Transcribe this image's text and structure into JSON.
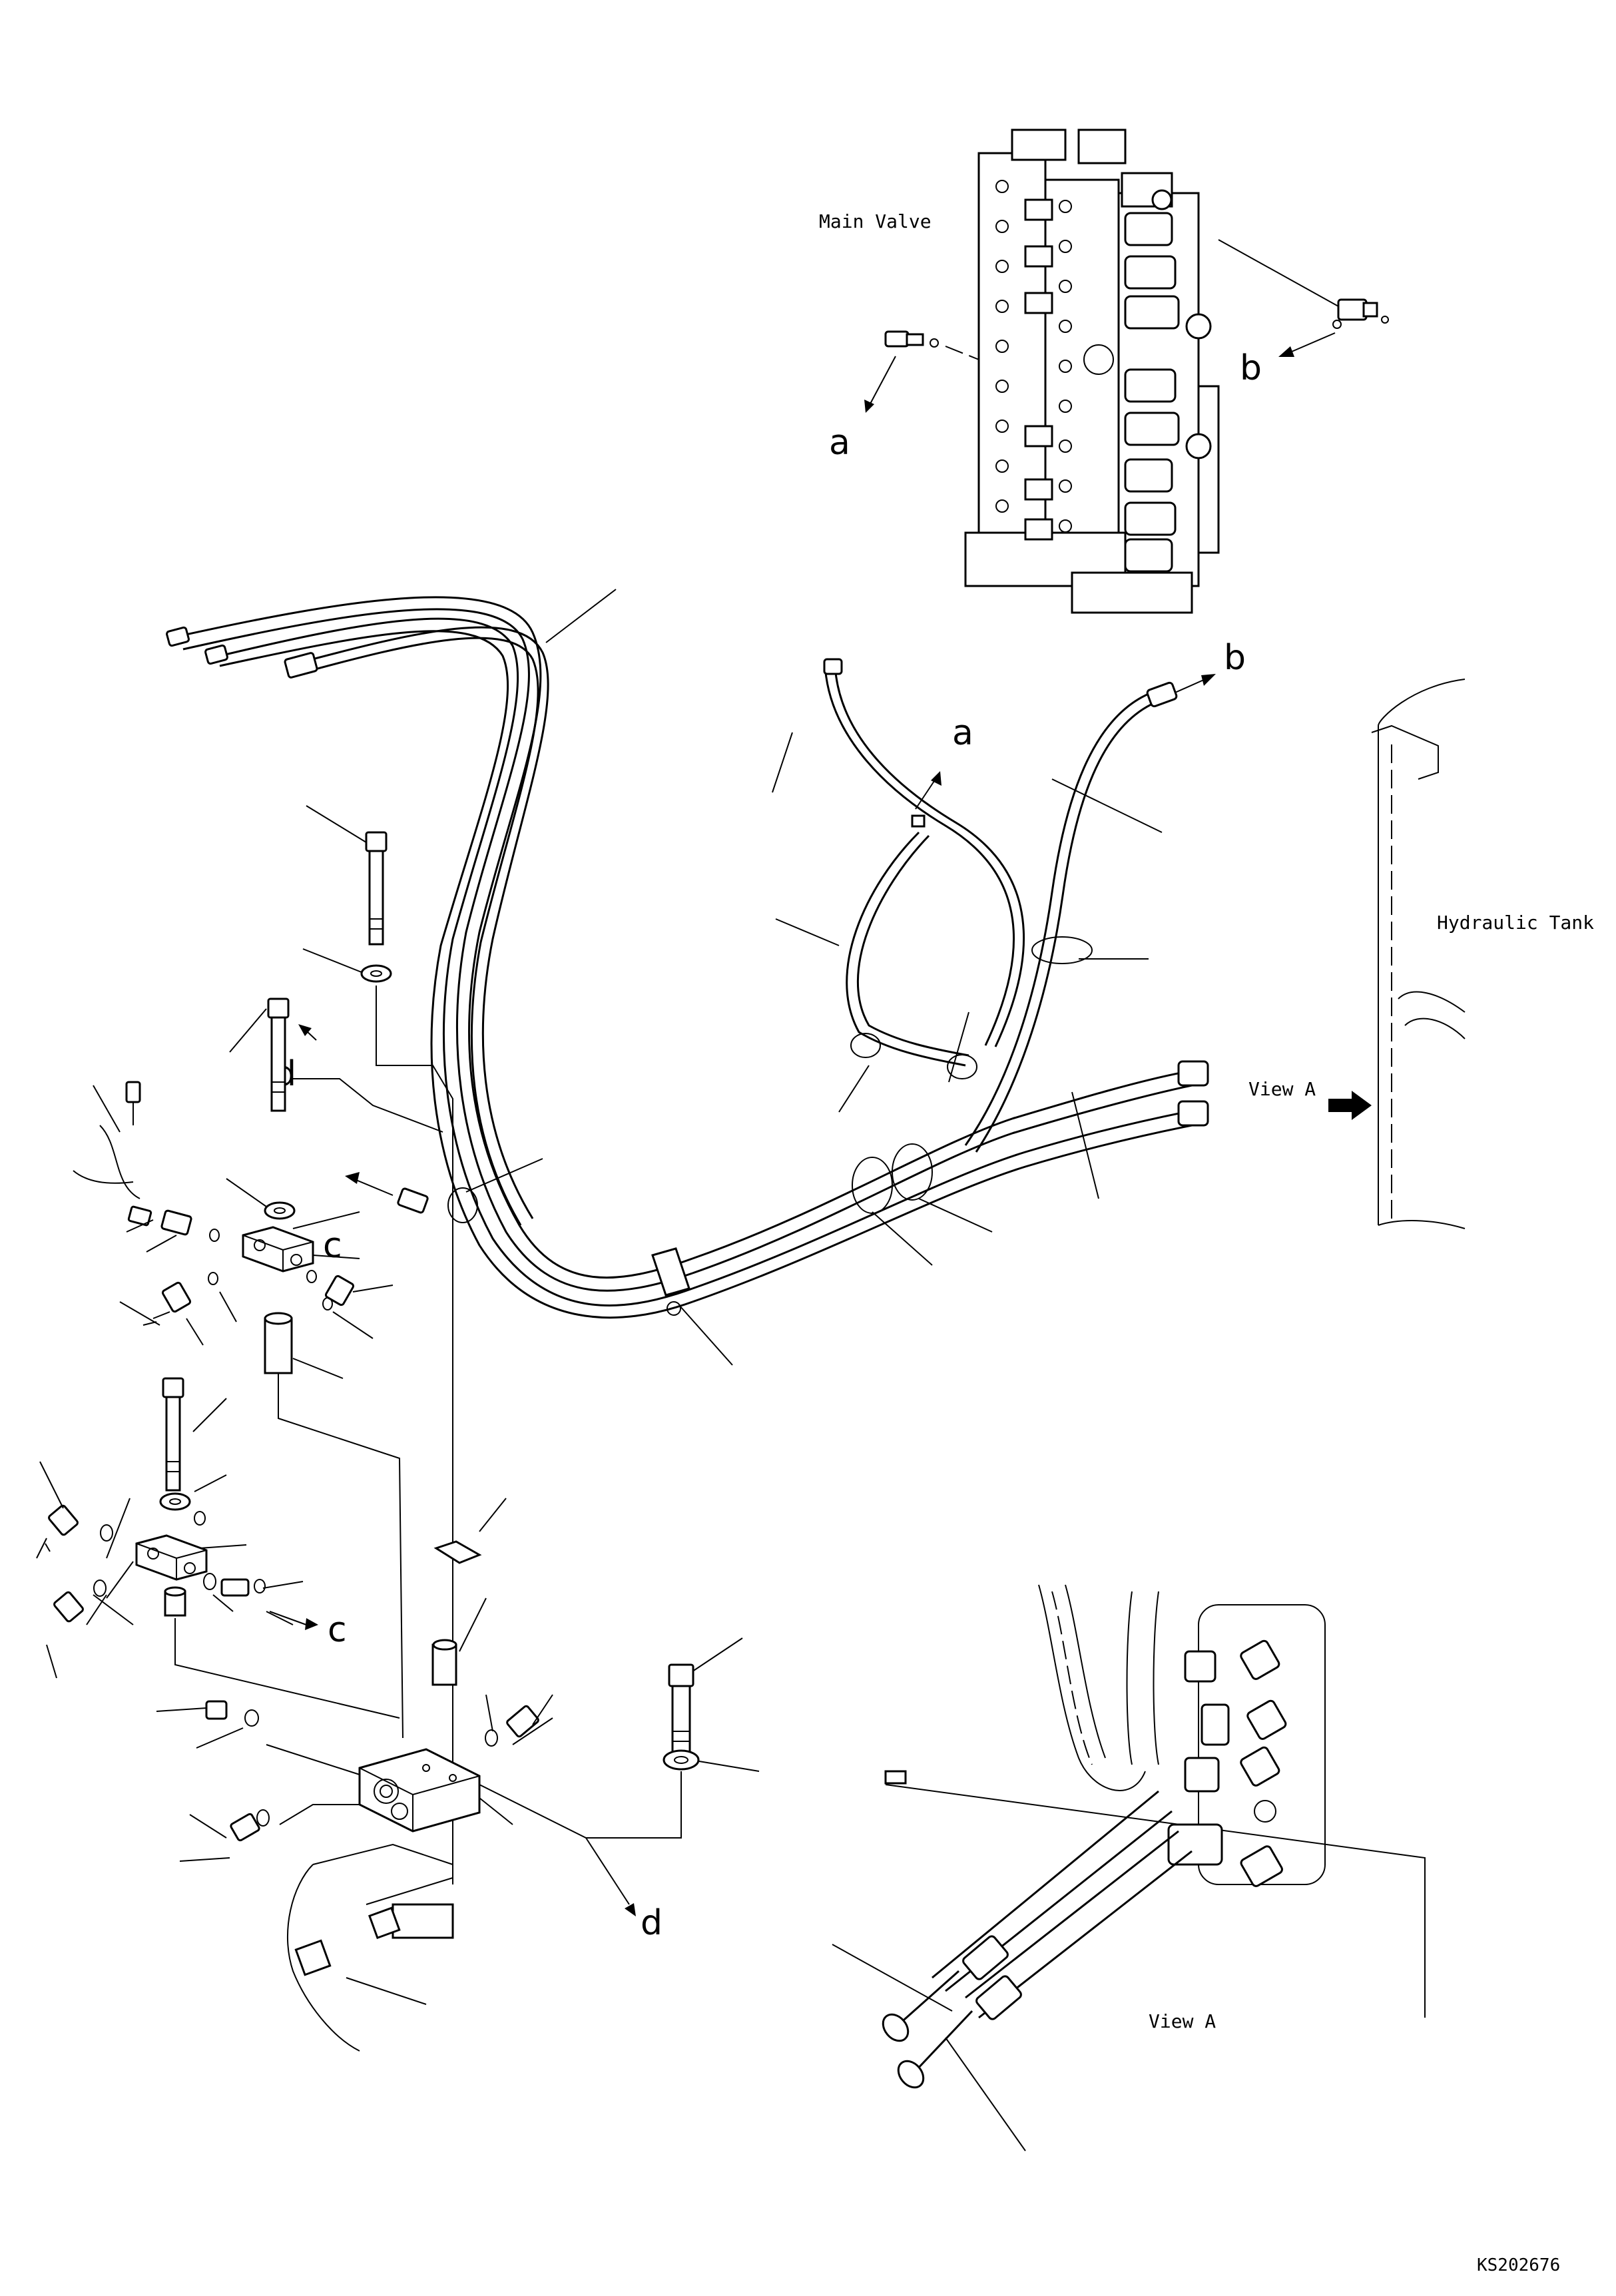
{
  "labels": {
    "main_valve": "Main Valve",
    "hydraulic_tank": "Hydraulic Tank",
    "view_a_arrow": "View A",
    "view_a_detail": "View A",
    "drawing_number": "KS202676"
  },
  "connection_letters": {
    "a_valve": "a",
    "b_valve": "b",
    "a_hose": "a",
    "b_hose": "b",
    "c_upper": "c",
    "c_lower": "c",
    "d_upper": "d",
    "d_lower": "d"
  }
}
